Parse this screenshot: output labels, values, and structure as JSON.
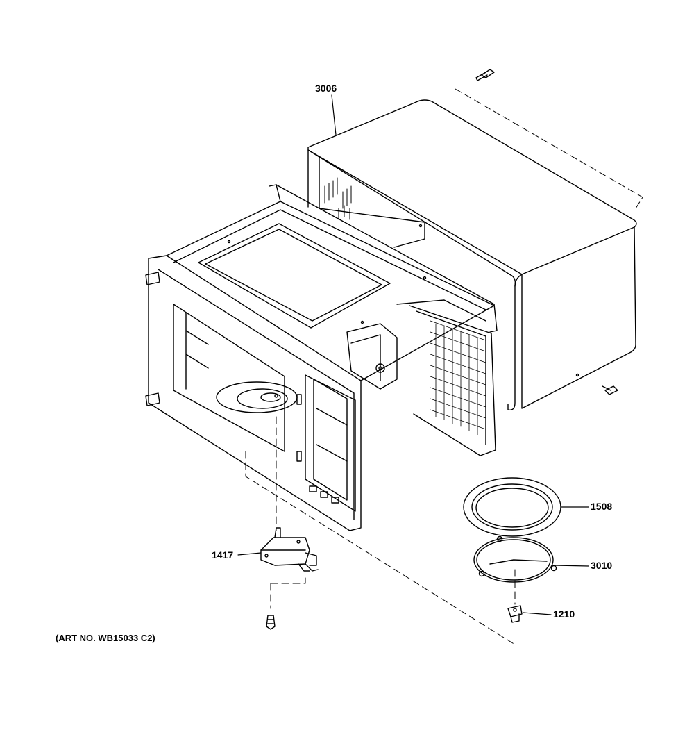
{
  "diagram": {
    "art_number": "(ART NO. WB15033 C2)",
    "callouts": {
      "outer_case": "3006",
      "turntable_tray": "1508",
      "roller_ring": "3010",
      "coupler": "1210",
      "turntable_motor": "1417"
    }
  }
}
